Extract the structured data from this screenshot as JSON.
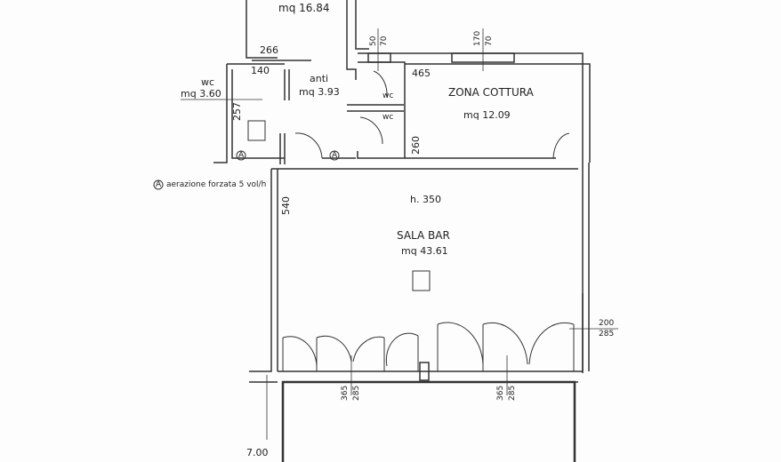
{
  "rooms": {
    "top_room_area": "mq 16.84",
    "wc_left": {
      "label": "wc",
      "area": "mq 3.60"
    },
    "anti": {
      "label": "anti",
      "area": "mq 3.93"
    },
    "wc_small_1": "wc",
    "wc_small_2": "wc",
    "zona_cottura": {
      "label": "ZONA COTTURA",
      "area": "mq 12.09"
    },
    "sala_bar": {
      "label": "SALA BAR",
      "area": "mq 43.61",
      "height": "h. 350"
    }
  },
  "dimensions": {
    "d266": "266",
    "d140": "140",
    "d257": "257",
    "d465": "465",
    "d260": "260",
    "d540": "540",
    "window_anti": [
      "50",
      "70"
    ],
    "window_cottura": [
      "170",
      "70"
    ],
    "window_right": [
      "200",
      "285"
    ],
    "door_front_1": [
      "365",
      "285"
    ],
    "door_front_2": [
      "365",
      "285"
    ],
    "bottom_left": "7.00"
  },
  "legend": {
    "symbol": "A",
    "text": "aerazione forzata 5 vol/h"
  },
  "vent_markers": [
    "A",
    "A"
  ]
}
